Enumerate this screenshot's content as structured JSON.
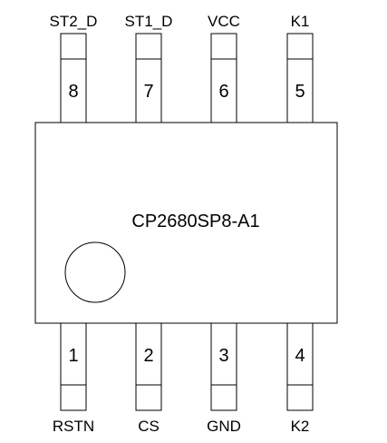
{
  "package": {
    "name": "CP2680SP8-A1"
  },
  "pins": {
    "top": [
      {
        "label": "ST2_D",
        "number": "8"
      },
      {
        "label": "ST1_D",
        "number": "7"
      },
      {
        "label": "VCC",
        "number": "6"
      },
      {
        "label": "K1",
        "number": "5"
      }
    ],
    "bottom": [
      {
        "label": "RSTN",
        "number": "1"
      },
      {
        "label": "CS",
        "number": "2"
      },
      {
        "label": "GND",
        "number": "3"
      },
      {
        "label": "K2",
        "number": "4"
      }
    ]
  }
}
